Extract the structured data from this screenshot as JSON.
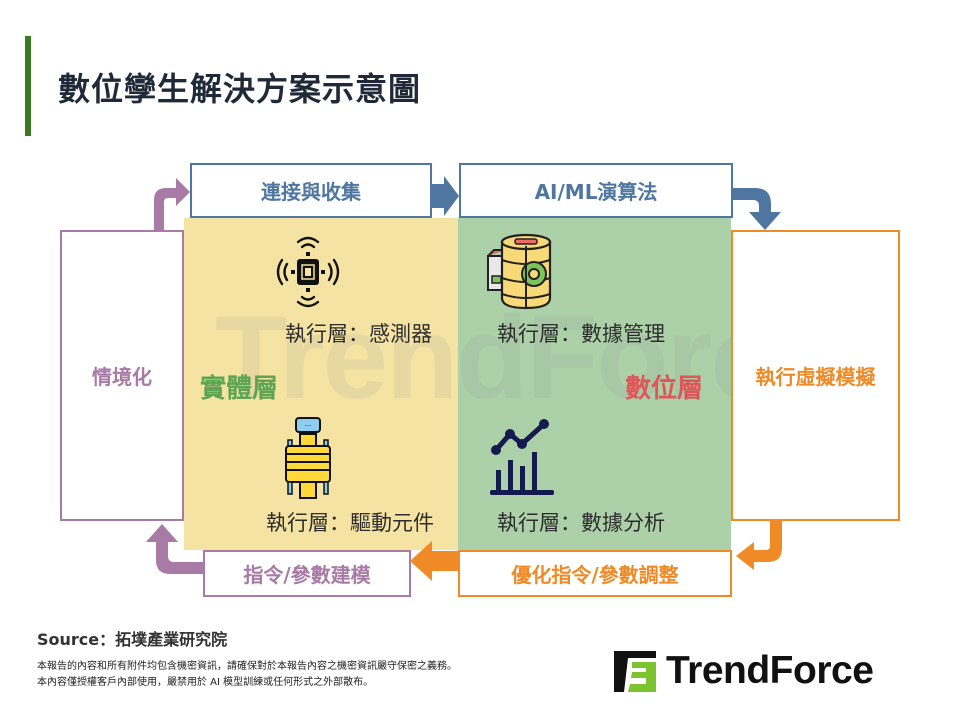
{
  "header": {
    "title": "數位孿生解決方案示意圖",
    "accent_color": "#3a7a23"
  },
  "diagram": {
    "flow_boxes": {
      "connect_collect": "連接與收集",
      "aiml_algorithm": "AI/ML演算法",
      "command_modeling": "指令/參數建模",
      "optimize_adjust": "優化指令/參數調整"
    },
    "side_boxes": {
      "contextualize": "情境化",
      "virtual_simulation": "執行虛擬模擬"
    },
    "layers": {
      "physical": {
        "label": "實體層",
        "color": "#5ea552",
        "background": "#f5e3a3",
        "items": [
          {
            "label": "執行層：感測器",
            "icon": "sensor-chip-icon"
          },
          {
            "label": "執行層：驅動元件",
            "icon": "connector-actuator-icon"
          }
        ]
      },
      "digital": {
        "label": "數位層",
        "color": "#e05558",
        "background": "#acd0a8",
        "items": [
          {
            "label": "執行層：數據管理",
            "icon": "database-gear-icon"
          },
          {
            "label": "執行層：數據分析",
            "icon": "analytics-chart-icon"
          }
        ]
      }
    },
    "colors": {
      "blue_flow": "#4f76a0",
      "purple_flow": "#a87aa6",
      "orange_flow": "#ef8a27"
    },
    "watermark": "TrendForce"
  },
  "footer": {
    "source": "Source：拓墣產業研究院",
    "disclaimer_line1": "本報告的內容和所有附件均包含機密資訊，請確保對於本報告內容之機密資訊嚴守保密之義務。",
    "disclaimer_line2": "本內容僅授權客戶內部使用，嚴禁用於 AI 模型訓練或任何形式之外部散布。",
    "logo_text": "TrendForce"
  }
}
